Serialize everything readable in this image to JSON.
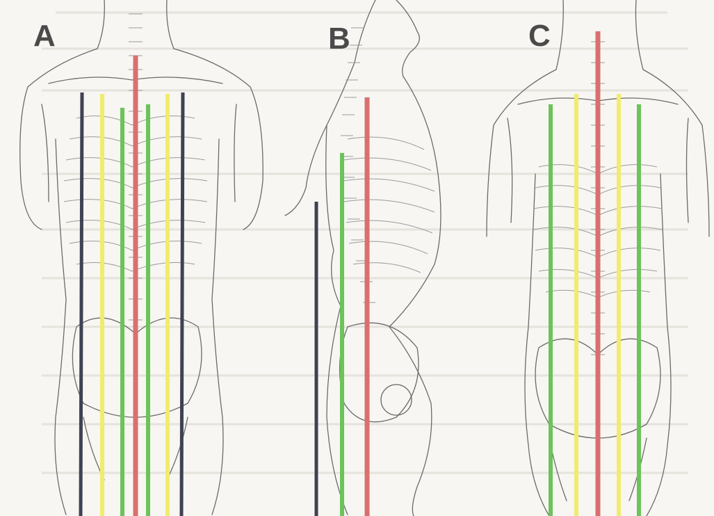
{
  "panels": [
    {
      "label": "A",
      "view": "posterior"
    },
    {
      "label": "B",
      "view": "lateral"
    },
    {
      "label": "C",
      "view": "posterior"
    }
  ],
  "colors": {
    "red": "#d9706f",
    "green": "#6cc35a",
    "yellow": "#f0ec6e",
    "dark": "#3f4253"
  }
}
